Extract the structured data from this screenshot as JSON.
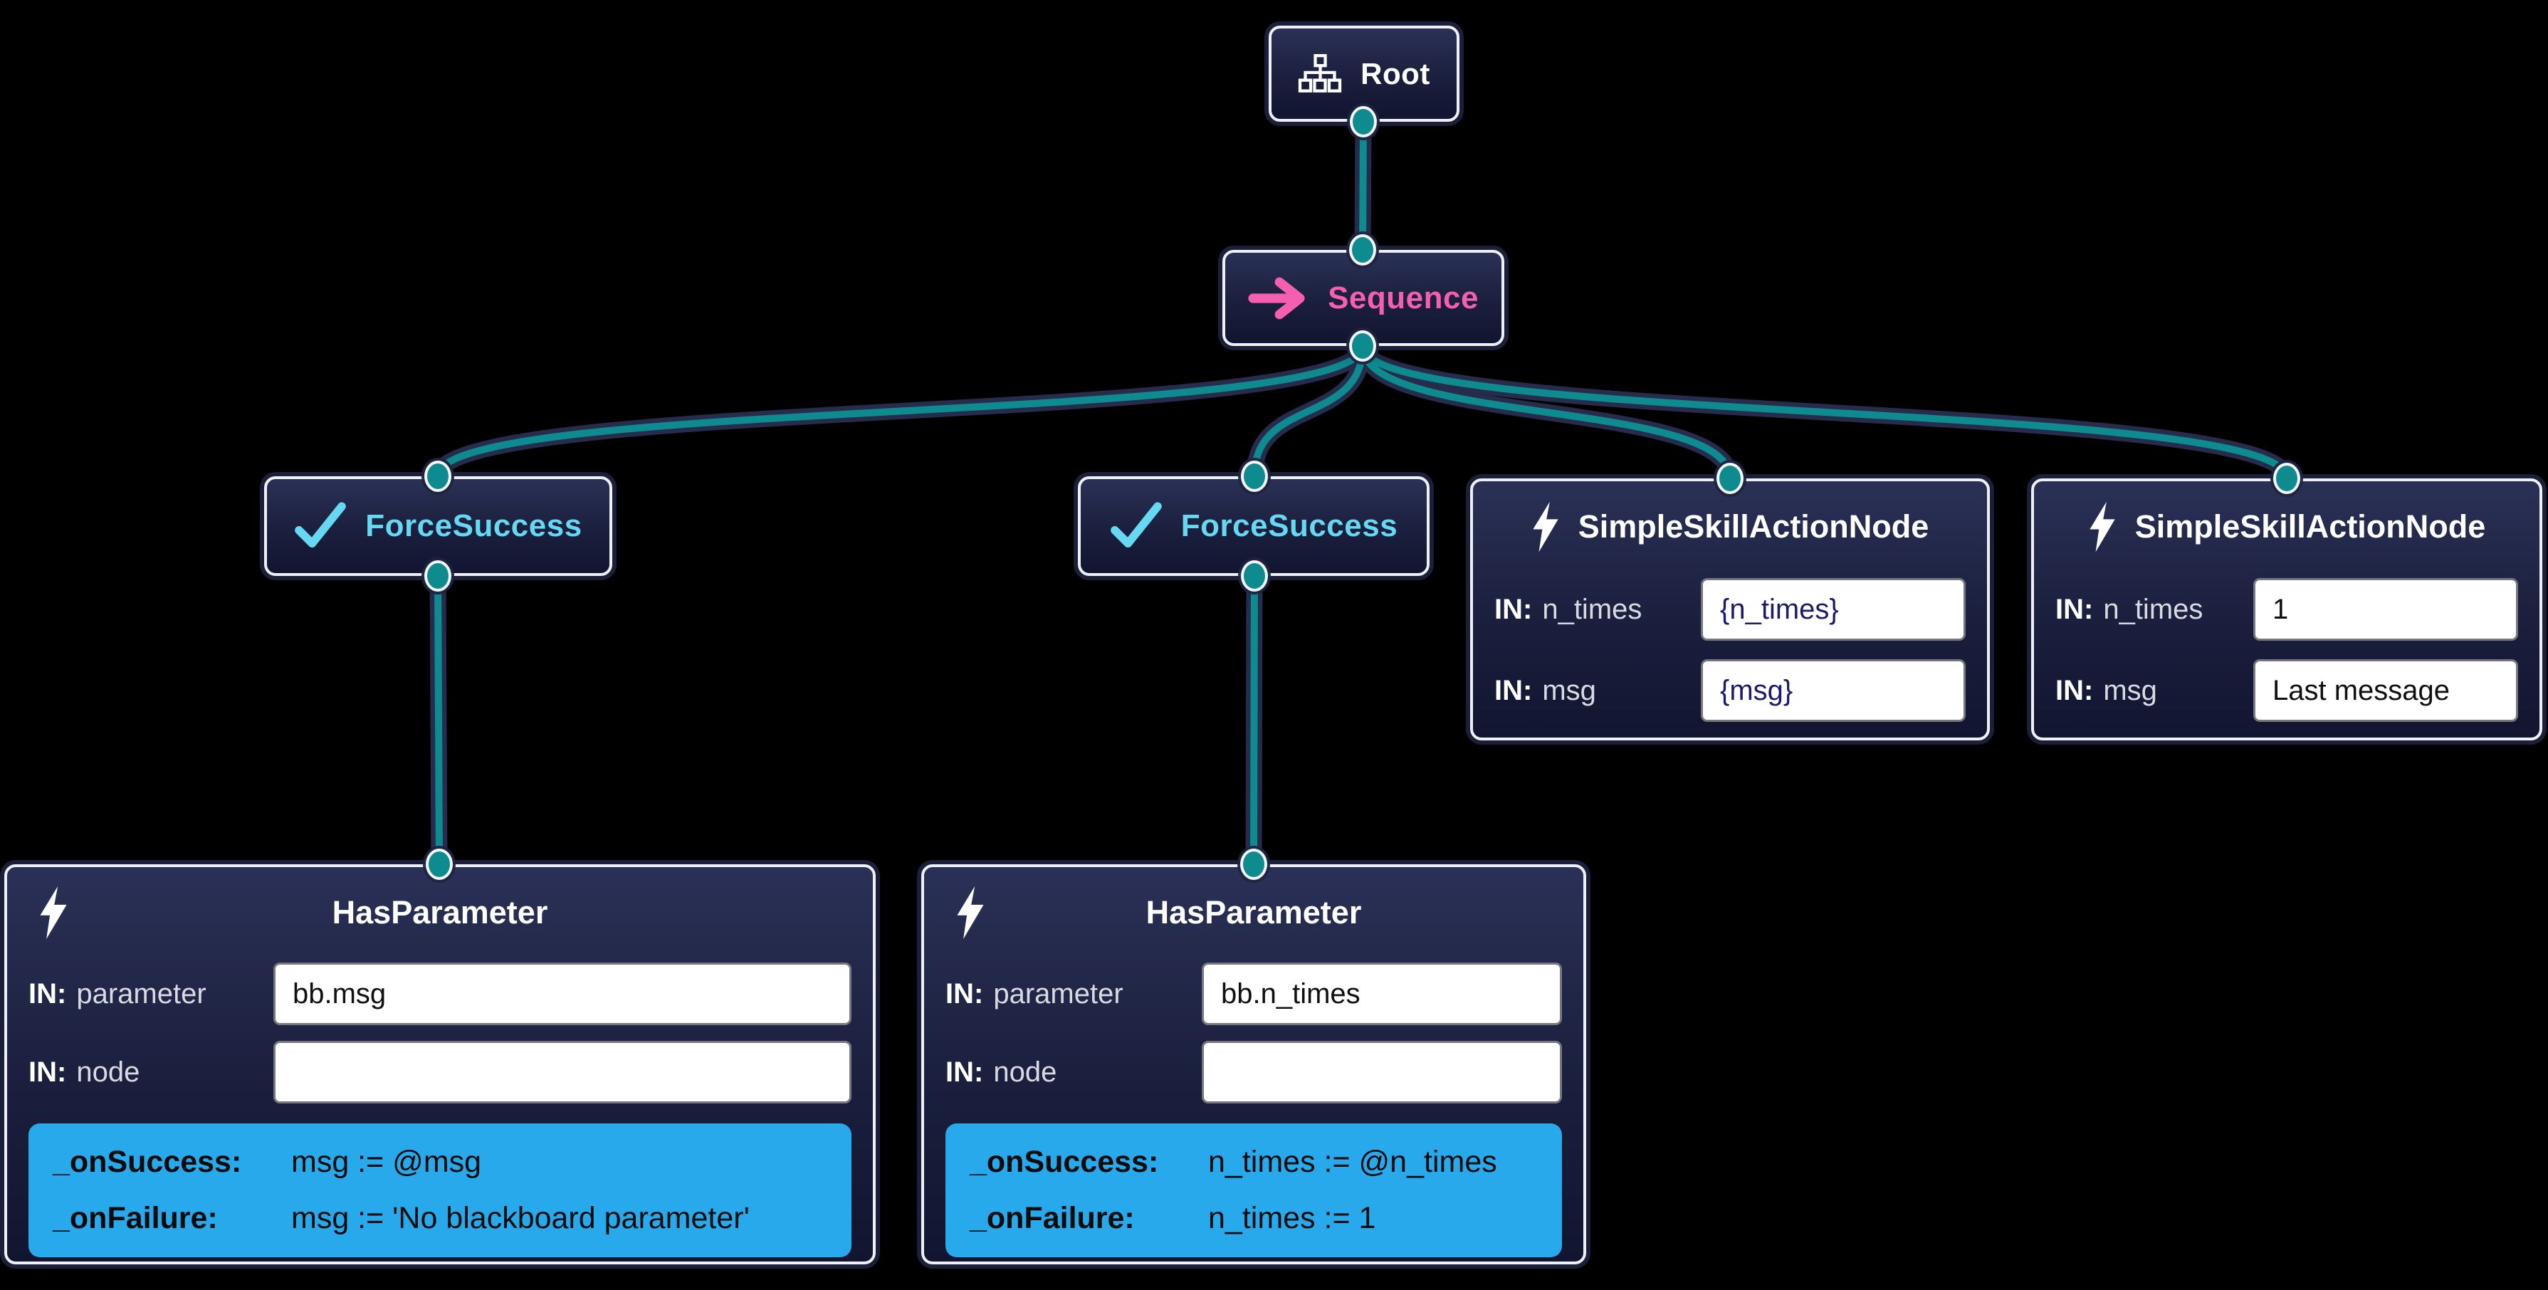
{
  "canvas": {
    "background": "#000000"
  },
  "colors": {
    "wire_teal": "#0d8b8e",
    "wire_casing": "#272c4c",
    "port_fill": "#0d8b8e",
    "node_border_white": "#eef0f6",
    "node_bg_top": "#2b3156",
    "node_bg_bottom": "#111530",
    "sequence_pink": "#f45fb0",
    "force_success_cyan": "#67d8f2",
    "script_panel_blue": "#28a9ec",
    "blackboard_value_navy": "#1a1b6b",
    "field_bg": "#ffffff",
    "field_border": "#77777f",
    "param_name_gray": "#d9dae3",
    "title_white": "#ffffff"
  },
  "nodes": {
    "root": {
      "title": "Root",
      "icon": "tree-hierarchy-icon"
    },
    "sequence": {
      "title": "Sequence",
      "icon": "arrow-right-icon"
    },
    "force_success_left": {
      "title": "ForceSuccess",
      "icon": "check-icon"
    },
    "force_success_right": {
      "title": "ForceSuccess",
      "icon": "check-icon"
    },
    "simple_skill_left": {
      "title": "SimpleSkillActionNode",
      "icon": "lightning-bolt-icon",
      "params": [
        {
          "dir": "IN:",
          "name": "n_times",
          "value": "{n_times}"
        },
        {
          "dir": "IN:",
          "name": "msg",
          "value": "{msg}"
        }
      ]
    },
    "simple_skill_right": {
      "title": "SimpleSkillActionNode",
      "icon": "lightning-bolt-icon",
      "params": [
        {
          "dir": "IN:",
          "name": "n_times",
          "value": "1"
        },
        {
          "dir": "IN:",
          "name": "msg",
          "value": "Last message"
        }
      ]
    },
    "has_parameter_left": {
      "title": "HasParameter",
      "icon": "lightning-bolt-icon",
      "params": [
        {
          "dir": "IN:",
          "name": "parameter",
          "value": "bb.msg"
        },
        {
          "dir": "IN:",
          "name": "node",
          "value": ""
        }
      ],
      "scripts": [
        {
          "label": "_onSuccess:",
          "code": "msg := @msg"
        },
        {
          "label": "_onFailure:",
          "code": "msg := 'No blackboard parameter'"
        }
      ]
    },
    "has_parameter_right": {
      "title": "HasParameter",
      "icon": "lightning-bolt-icon",
      "params": [
        {
          "dir": "IN:",
          "name": "parameter",
          "value": "bb.n_times"
        },
        {
          "dir": "IN:",
          "name": "node",
          "value": ""
        }
      ],
      "scripts": [
        {
          "label": "_onSuccess:",
          "code": "n_times := @n_times"
        },
        {
          "label": "_onFailure:",
          "code": "n_times := 1"
        }
      ]
    }
  }
}
